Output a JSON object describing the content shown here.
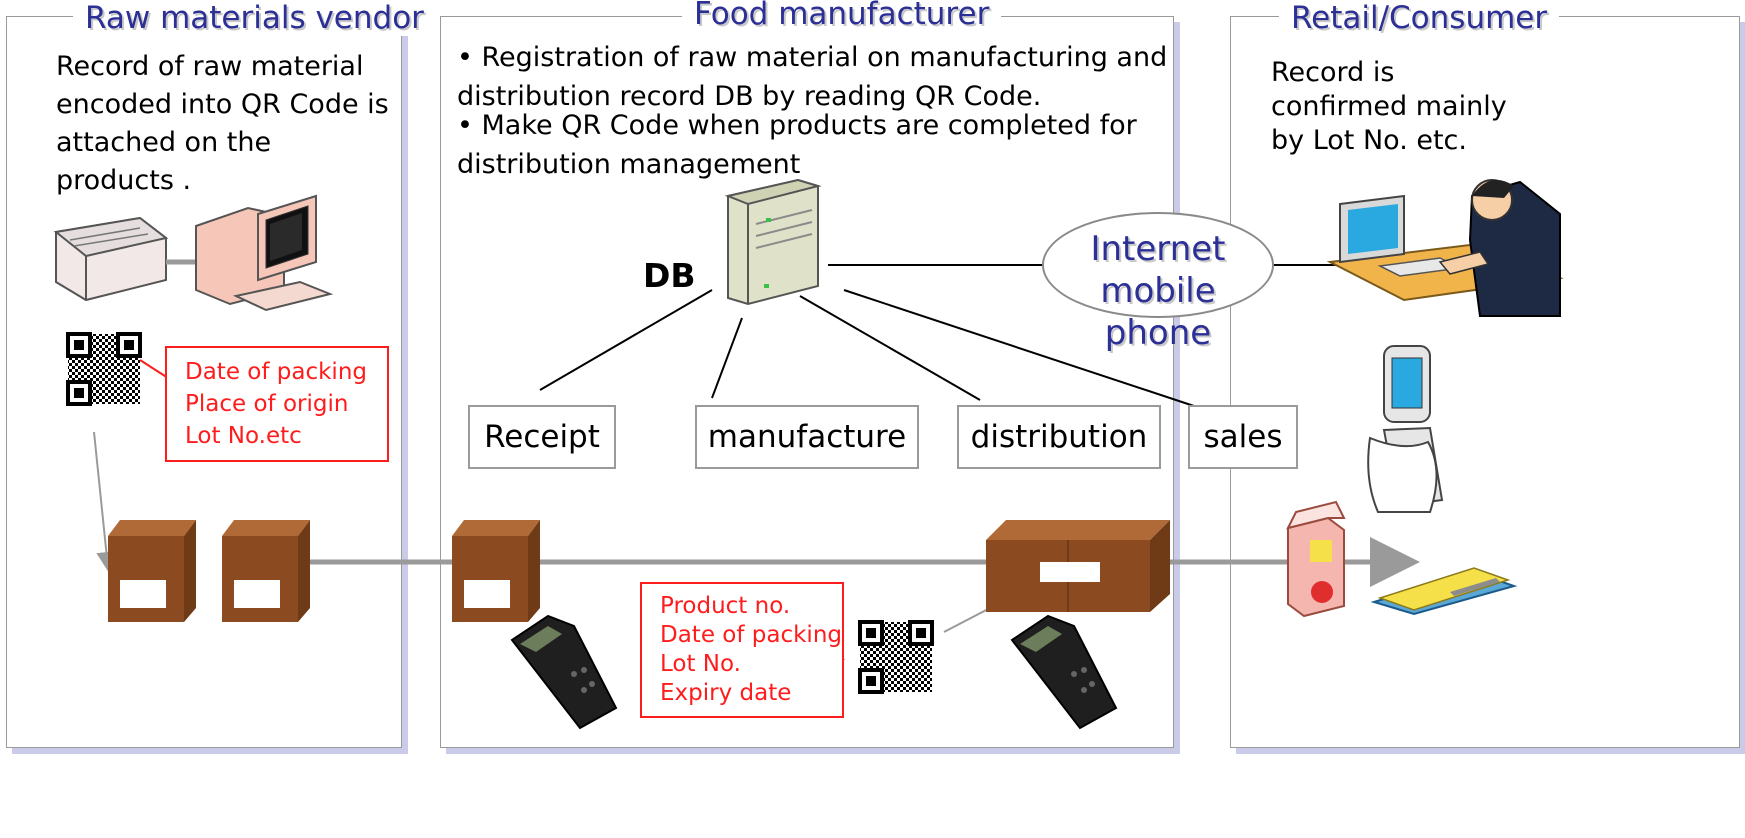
{
  "panels": {
    "vendor": {
      "title": "Raw materials vendor",
      "description": [
        "Record of raw material",
        "encoded into QR Code is",
        "attached on the",
        "products ."
      ],
      "label_box": [
        "Date of packing",
        "Place of origin",
        "Lot No.etc"
      ]
    },
    "manufacturer": {
      "title": "Food manufacturer",
      "bullets": [
        [
          "• Registration of raw material on manufacturing and",
          "distribution record DB by reading QR Code."
        ],
        [
          "• Make QR Code when products are completed for",
          "distribution management"
        ]
      ],
      "db_label": "DB",
      "label_box": [
        "Product no.",
        "Date of packing",
        "Lot No.",
        "Expiry date"
      ]
    },
    "retail": {
      "title": "Retail/Consumer",
      "description": [
        "Record is",
        "confirmed mainly",
        "by Lot No. etc."
      ]
    }
  },
  "stages": [
    "Receipt",
    "manufacture",
    "distribution",
    "sales"
  ],
  "network": {
    "line1": "Internet",
    "line2": "mobile phone"
  },
  "colors": {
    "title_blue": "#2b2f96",
    "label_red": "#ff1c1c",
    "box_brown": "#8b4a1f",
    "arrow_gray": "#9a9a9a",
    "panel_shadow": "#c9cbe8"
  },
  "icons": [
    "printer-icon",
    "desktop-computer-icon",
    "qr-code-icon",
    "cardboard-box-icon",
    "server-tower-icon",
    "barcode-scanner-icon",
    "consumer-at-computer-icon",
    "mobile-phone-icon",
    "juice-carton-icon",
    "packaged-food-icon"
  ]
}
